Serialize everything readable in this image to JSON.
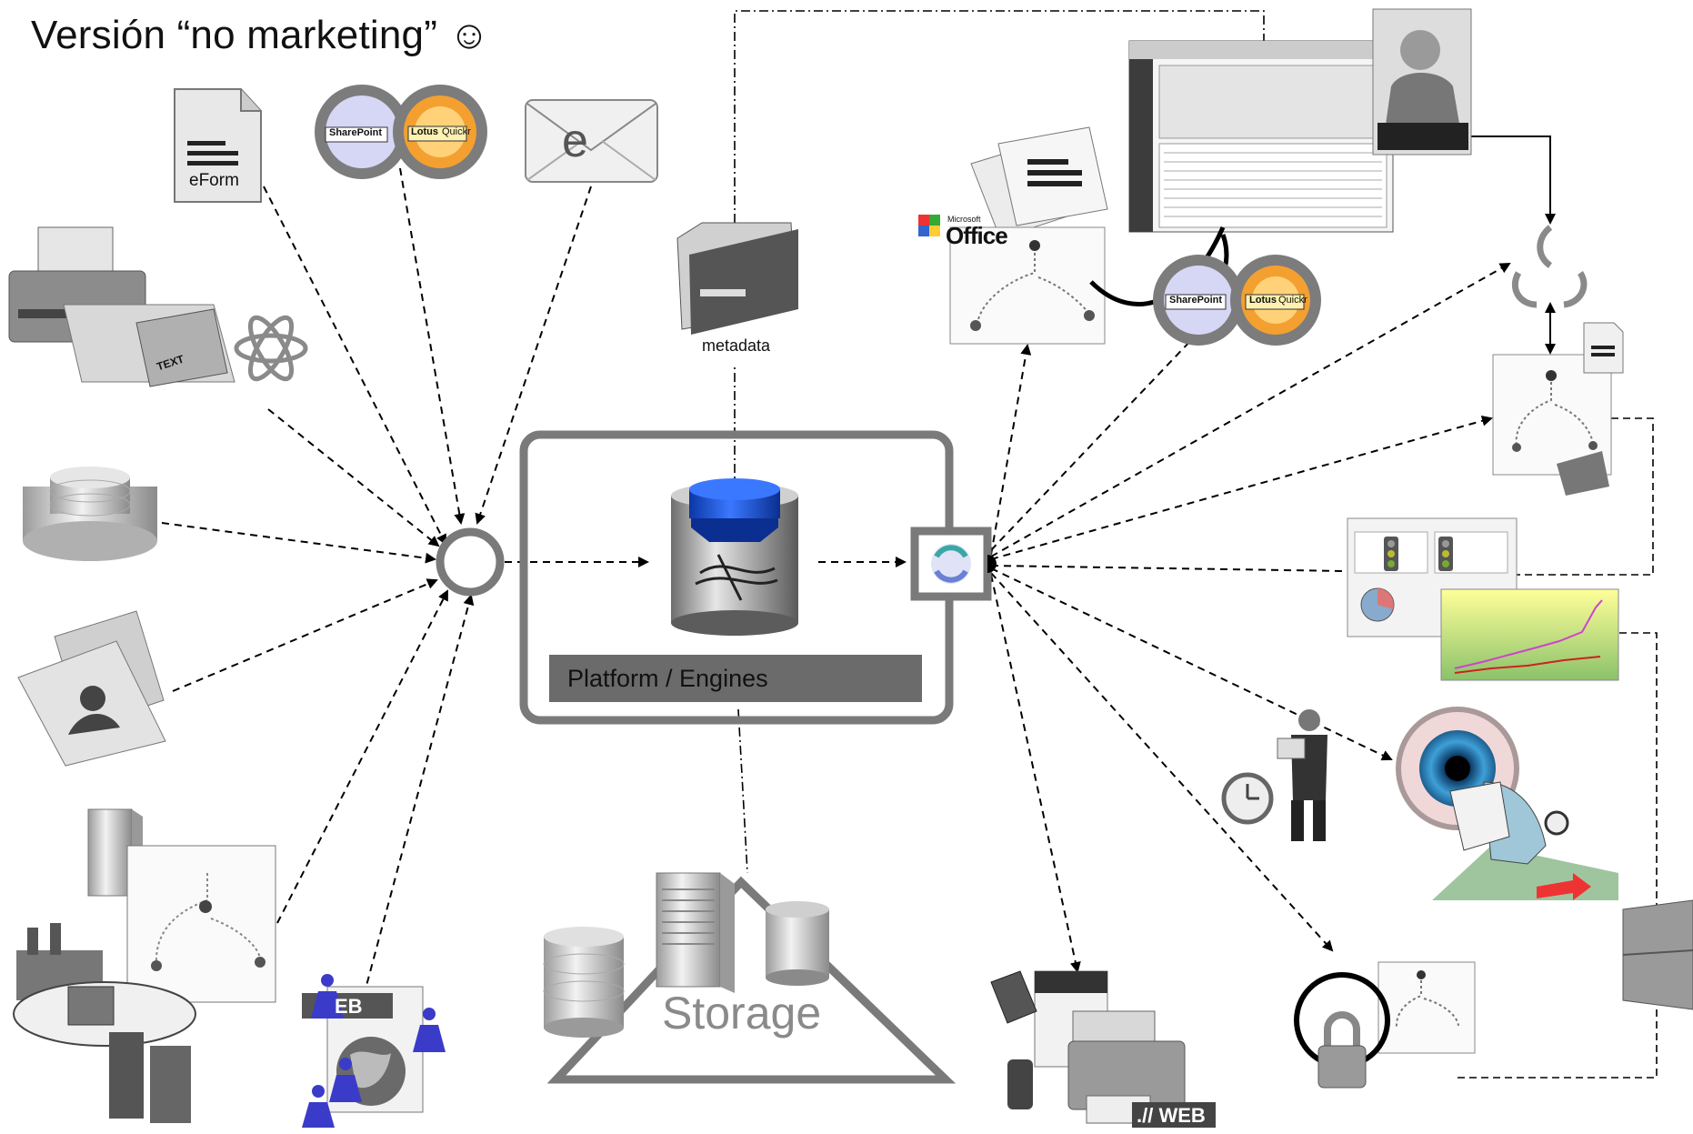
{
  "title": "Versión “no marketing” ☺",
  "labels": {
    "eform": "eForm",
    "metadata": "metadata",
    "platform": "Platform / Engines",
    "storage": "Storage",
    "sharepoint": "SharePoint",
    "lotus": "Lotus",
    "quickr": "Quickr",
    "office": "Office",
    "microsoft": "Microsoft",
    "web_left": "EB",
    "web_right": ".// WEB",
    "email_glyph": "e",
    "text_doc": "TEXT"
  },
  "icons": {
    "eform": "document-icon",
    "collab_left": "sharepoint-quickr-icon",
    "email": "email-envelope-icon",
    "scanner": "printer-scanner-icon",
    "atom": "atom-icon",
    "database": "database-disk-icon",
    "photo": "photo-folder-icon",
    "factory": "factory-icon",
    "server_left": "server-icon",
    "web_people": "web-people-icon",
    "input_hub": "input-hub-ring-icon",
    "platform_db": "platform-database-icon",
    "output_hub": "sync-hub-icon",
    "folder_meta": "metadata-folder-icon",
    "office_workflow": "office-workflow-icon",
    "app_screenshot": "application-window-icon",
    "phone_person": "person-on-phone-icon",
    "collab_right": "sharepoint-quickr-icon",
    "recycle": "recycle-arrows-icon",
    "workflow_doc": "workflow-document-icon",
    "dashboard": "dashboard-chart-icon",
    "eye": "eye-inspection-icon",
    "stopwatch_man": "stopwatch-person-icon",
    "lock": "padlock-icon",
    "archive_cabinet": "archive-cabinet-icon",
    "mobile_print": "mobile-printer-web-icon",
    "storage_server": "storage-server-icon"
  },
  "colors": {
    "hub_grey": "#7a7a7a",
    "platform_blue": "#1a4fc4",
    "bar_grey": "#6b6b6b",
    "storage_grey": "#8a8a8a"
  }
}
